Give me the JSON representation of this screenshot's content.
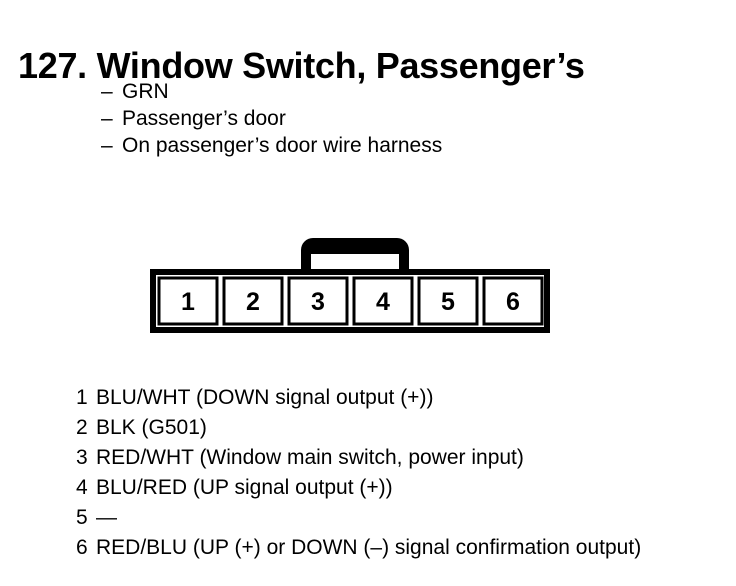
{
  "page": {
    "number": "127.",
    "title": "127. Window Switch, Passenger’s",
    "title_text": "Window Switch, Passenger’s"
  },
  "attributes": {
    "bullet": "–",
    "items": [
      {
        "text": "GRN"
      },
      {
        "text": "Passenger’s door"
      },
      {
        "text": "On passenger’s door wire harness"
      }
    ]
  },
  "connector": {
    "cavity_count": 6,
    "cavities": [
      {
        "label": "1"
      },
      {
        "label": "2"
      },
      {
        "label": "3"
      },
      {
        "label": "4"
      },
      {
        "label": "5"
      },
      {
        "label": "6"
      }
    ]
  },
  "pins": [
    {
      "number": "1",
      "description": "BLU/WHT (DOWN signal output (+))"
    },
    {
      "number": "2",
      "description": "BLK (G501)"
    },
    {
      "number": "3",
      "description": "RED/WHT (Window main switch, power input)"
    },
    {
      "number": "4",
      "description": "BLU/RED (UP signal output (+))"
    },
    {
      "number": "5",
      "description": "—"
    },
    {
      "number": "6",
      "description": "RED/BLU (UP (+) or DOWN (–) signal confirmation output)"
    }
  ],
  "colors": {
    "ink": "#000000",
    "paper": "#ffffff"
  }
}
